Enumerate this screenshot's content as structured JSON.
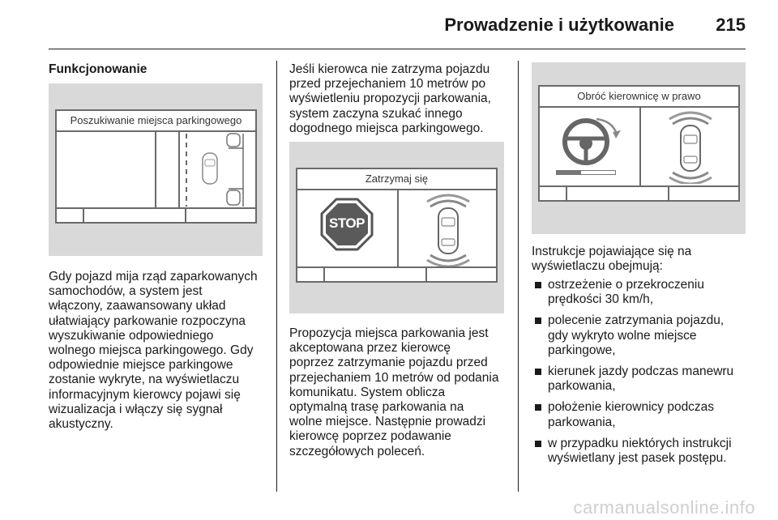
{
  "header": {
    "title": "Prowadzenie i użytkowanie",
    "page_number": "215"
  },
  "col1": {
    "heading": "Funkcjonowanie",
    "figure_title": "Poszukiwanie miejsca parkingowego",
    "paragraph": [
      "Gdy pojazd mija rząd zaparkowanych",
      "samochodów, a system jest",
      "włączony, zaawansowany układ",
      "ułatwiający parkowanie rozpoczyna",
      "wyszukiwanie odpowiedniego",
      "wolnego miejsca parkingowego. Gdy",
      "odpowiednie miejsce parkingowe",
      "zostanie wykryte, na wyświetlaczu",
      "informacyjnym kierowcy pojawi się",
      "wizualizacja i włączy się sygnał",
      "akustyczny."
    ]
  },
  "col2": {
    "paragraph1": [
      "Jeśli kierowca nie zatrzyma pojazdu",
      "przed przejechaniem 10 metrów po",
      "wyświetleniu propozycji parkowania,",
      "system zaczyna szukać innego",
      "dogodnego miejsca parkingowego."
    ],
    "figure_title": "Zatrzymaj się",
    "stop_sign": "STOP",
    "paragraph2": [
      "Propozycja miejsca parkowania jest",
      "akceptowana przez kierowcę",
      "poprzez zatrzymanie pojazdu przed",
      "przejechaniem 10 metrów od podania",
      "komunikatu. System oblicza",
      "optymalną trasę parkowania na",
      "wolne miejsce. Następnie prowadzi",
      "kierowcę poprzez podawanie",
      "szczegółowych poleceń."
    ]
  },
  "col3": {
    "figure_title": "Obróć kierownicę w prawo",
    "progress": 0.42,
    "intro": [
      "Instrukcje pojawiające się na",
      "wyświetlaczu obejmują:"
    ],
    "bullets": [
      [
        "ostrzeżenie o przekroczeniu",
        "prędkości 30 km/h,"
      ],
      [
        "polecenie zatrzymania pojazdu,",
        "gdy wykryto wolne miejsce",
        "parkingowe,"
      ],
      [
        "kierunek jazdy podczas manewru",
        "parkowania,"
      ],
      [
        "położenie kierownicy podczas",
        "parkowania,"
      ],
      [
        "w przypadku niektórych instrukcji",
        "wyświetlany jest pasek postępu."
      ]
    ]
  },
  "footer": {
    "watermark": "carmanualsonline.info"
  }
}
